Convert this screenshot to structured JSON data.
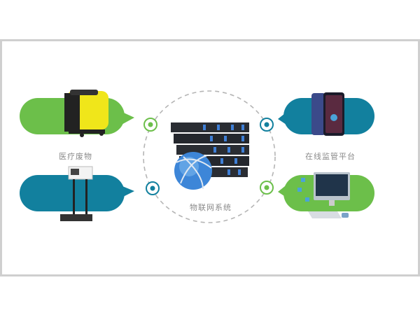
{
  "labels": {
    "medical_waste": "医疗废物",
    "online_platform": "在线监管平台",
    "iot_system": "物联网系统"
  },
  "colors": {
    "green": "#6cbf4a",
    "teal": "#12809e",
    "dashed_ring": "#b5b5b5",
    "frame": "#cfcfcf",
    "label": "#8a8a8a"
  }
}
